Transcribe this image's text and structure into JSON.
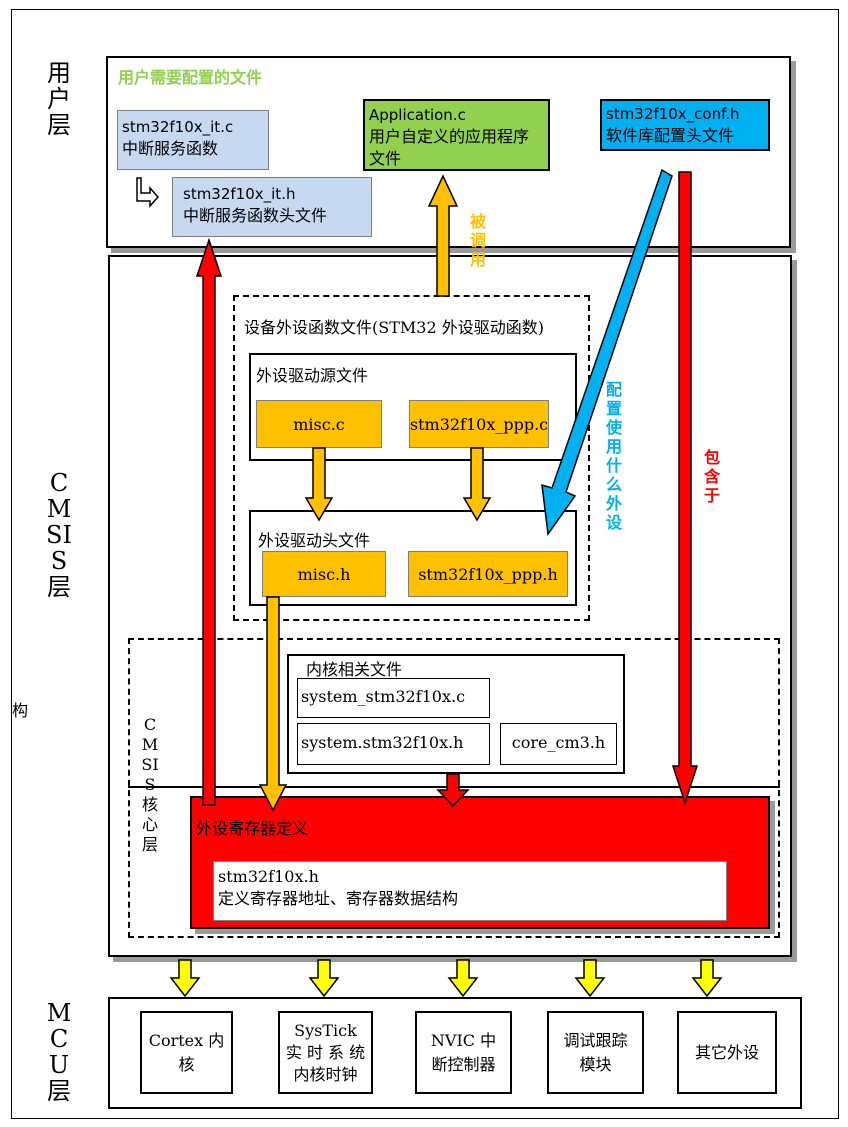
{
  "layers": {
    "user": "用户层",
    "cmsis": "CMSIS层",
    "mcu": "MCU层",
    "cmsis_core": "CMSIS核心层",
    "stray_char": "构"
  },
  "user_layer": {
    "title": "用户需要配置的文件",
    "it_c": {
      "file": "stm32f10x_it.c",
      "desc": "中断服务函数"
    },
    "it_h": {
      "file": "stm32f10x_it.h",
      "desc": "中断服务函数头文件"
    },
    "app": {
      "file": "Application.c",
      "desc": "用户自定义的应用程序文件"
    },
    "conf": {
      "file": "stm32f10x_conf.h",
      "desc": "软件库配置头文件"
    }
  },
  "arrow_labels": {
    "called": "被调用",
    "configure": "配置使用什么外设",
    "include": "包含于"
  },
  "peripheral": {
    "title": "设备外设函数文件(STM32 外设驱动函数)",
    "source_title": "外设驱动源文件",
    "source_files": [
      "misc.c",
      "stm32f10x_ppp.c"
    ],
    "header_title": "外设驱动头文件",
    "header_files": [
      "misc.h",
      "stm32f10x_ppp.h"
    ]
  },
  "core": {
    "title": "内核相关文件",
    "files": [
      "system_stm32f10x.c",
      "system.stm32f10x.h",
      "core_cm3.h"
    ]
  },
  "register": {
    "title": "外设寄存器定义",
    "file": "stm32f10x.h",
    "desc": "定义寄存器地址、寄存器数据结构"
  },
  "mcu": [
    {
      "line1": "Cortex 内",
      "line2": "核"
    },
    {
      "line1": "SysTick",
      "line2": "实 时 系 统",
      "line3": "内核时钟"
    },
    {
      "line1": "NVIC  中",
      "line2": "断控制器"
    },
    {
      "line1": "调试跟踪",
      "line2": "模块"
    },
    {
      "line1": "其它外设"
    }
  ],
  "colors": {
    "user_title": "#92d050",
    "blue_box": "#c6d9f1",
    "green_box": "#92d050",
    "cyan_box": "#00b0f0",
    "orange": "#ffc000",
    "red": "#ff0000",
    "yellow": "#ffff00",
    "arrow_label_orange": "#ffc000",
    "arrow_label_cyan": "#00b0f0",
    "arrow_label_red": "#ff0000"
  }
}
